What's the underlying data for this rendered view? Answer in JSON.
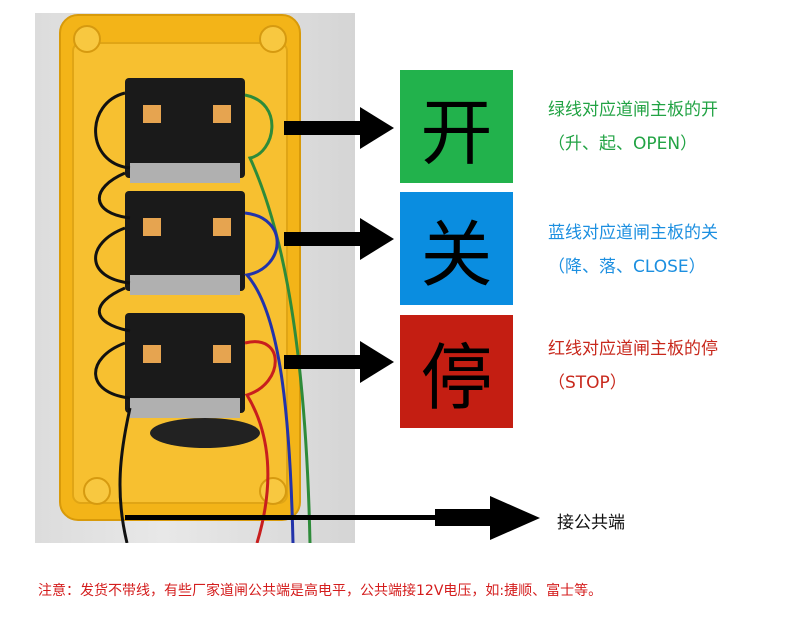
{
  "colors": {
    "open_box": "#22b24c",
    "close_box": "#0a8de0",
    "stop_box": "#c41e12",
    "open_text": "#22a344",
    "close_text": "#1c8fe0",
    "stop_text": "#c8281c",
    "note_text": "#d41d1d",
    "housing": "#f3b418",
    "switch_body": "#1a1a1a"
  },
  "buttons": [
    {
      "char": "开",
      "line1": "绿线对应道闸主板的开",
      "line2": "（升、起、OPEN）"
    },
    {
      "char": "关",
      "line1": "蓝线对应道闸主板的关",
      "line2": "（降、落、CLOSE）"
    },
    {
      "char": "停",
      "line1": "红线对应道闸主板的停",
      "line2": "（STOP）"
    }
  ],
  "common": {
    "label": "接公共端"
  },
  "note": "注意：发货不带线，有些厂家道闸公共端是高电平，公共端接12V电压，如:捷顺、富士等。",
  "icons": [
    "arrow-right-icon",
    "arrow-right-icon",
    "arrow-right-icon",
    "arrow-right-icon"
  ]
}
